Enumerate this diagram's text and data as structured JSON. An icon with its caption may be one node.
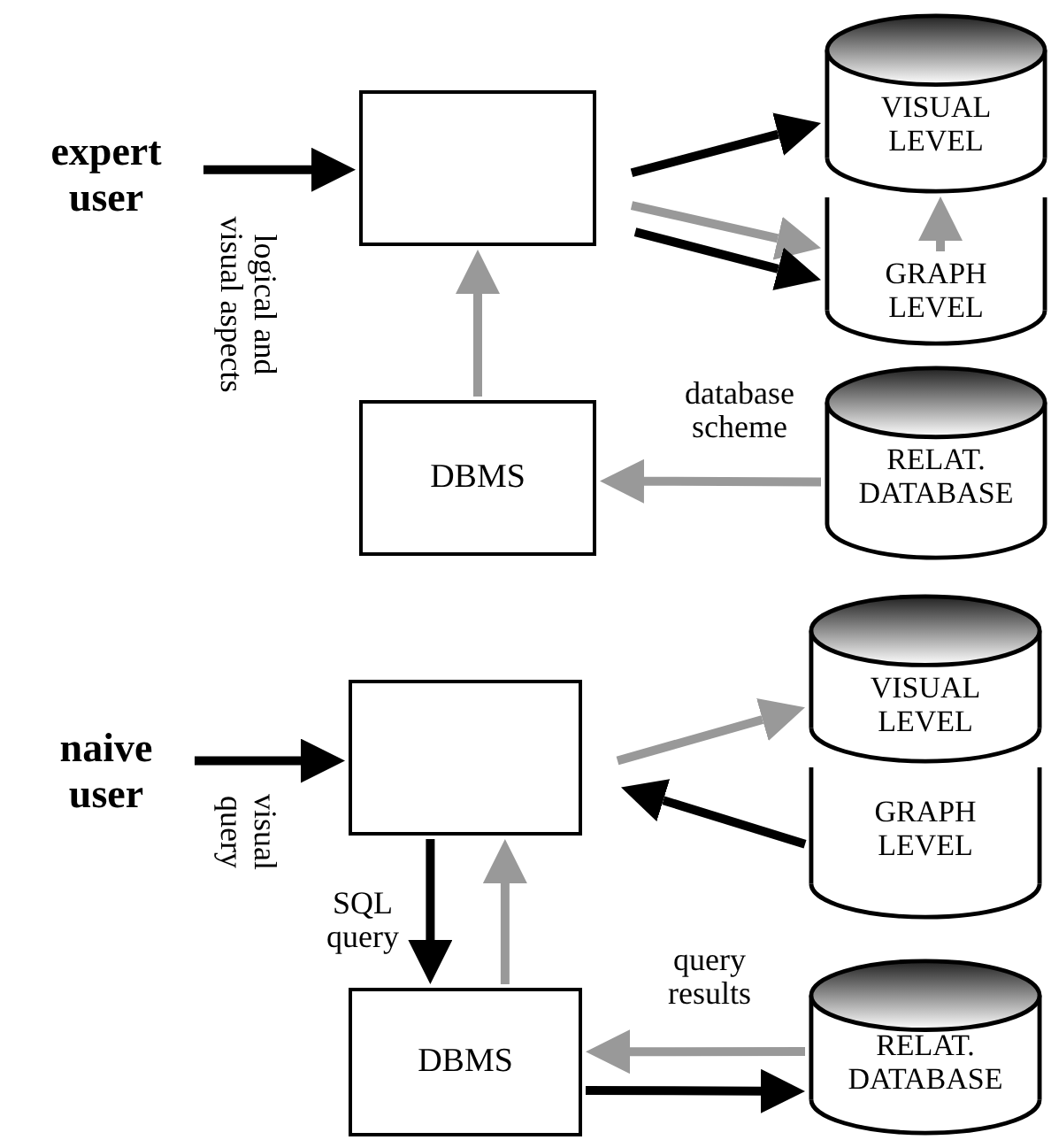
{
  "diagram": {
    "nodes": [
      {
        "text": [
          "expert user"
        ]
      },
      {
        "text": [],
        "shape": "box"
      },
      {
        "text": [
          "DBMS"
        ]
      },
      {
        "text": [
          "VISUAL LEVEL"
        ]
      },
      {
        "text": [
          "GRAPH LEVEL"
        ]
      },
      {
        "text": [
          "RELAT. DATABASE"
        ]
      },
      {
        "text": [
          "naive user"
        ]
      },
      {
        "text": [],
        "shape": "box"
      },
      {
        "text": [
          "DBMS"
        ]
      },
      {
        "text": [
          "VISUAL LEVEL"
        ]
      },
      {
        "text": [
          "GRAPH LEVEL"
        ]
      },
      {
        "text": [
          "RELAT. DATABASE"
        ]
      }
    ],
    "edges": [
      {
        "from": 0,
        "to": 1,
        "arrow": "to",
        "label": "logical and visual aspects"
      },
      {
        "from": 1,
        "to": 3,
        "arrow": "to"
      },
      {
        "from": 1,
        "to": 4,
        "arrow": "to",
        "color": "#999999"
      },
      {
        "from": 1,
        "to": 4,
        "arrow": "to"
      },
      {
        "from": 4,
        "to": 3,
        "arrow": "to",
        "color": "#999999"
      },
      {
        "from": 2,
        "to": 1,
        "arrow": "to",
        "color": "#999999"
      },
      {
        "from": 5,
        "to": 2,
        "arrow": "to",
        "color": "#999999",
        "label": "database scheme"
      },
      {
        "from": 6,
        "to": 7,
        "arrow": "to",
        "label": "visual query"
      },
      {
        "from": 7,
        "to": 9,
        "arrow": "to",
        "color": "#999999"
      },
      {
        "from": 10,
        "to": 7,
        "arrow": "to"
      },
      {
        "from": 7,
        "to": 8,
        "arrow": "to",
        "label": "SQL query"
      },
      {
        "from": 8,
        "to": 7,
        "arrow": "to",
        "color": "#999999"
      },
      {
        "from": 11,
        "to": 8,
        "arrow": "to",
        "color": "#999999",
        "label": "query results"
      },
      {
        "from": 8,
        "to": 11,
        "arrow": "to"
      }
    ]
  }
}
